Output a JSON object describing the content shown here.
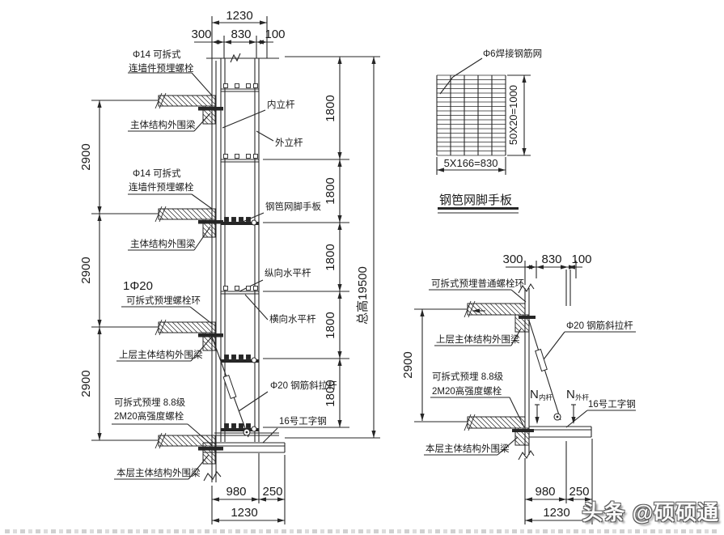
{
  "main": {
    "dim_top_total": "1230",
    "dim_top_left": "300",
    "dim_top_mid": "830",
    "dim_top_right": "100",
    "dim_left_1": "2900",
    "dim_left_2": "2900",
    "dim_left_3": "2900",
    "dim_right_1": "1800",
    "dim_right_2": "1800",
    "dim_right_3": "1800",
    "dim_right_4": "1800",
    "dim_right_5": "1800",
    "dim_total_height": "总高19500",
    "dim_bot_a": "980",
    "dim_bot_b": "250",
    "dim_bot_total": "1230",
    "lbl_tie_bolt_1a": "Φ14 可拆式",
    "lbl_tie_bolt_1b": "连墙件预埋螺栓",
    "lbl_beam_1": "主体结构外围梁",
    "lbl_tie_bolt_2a": "Φ14 可拆式",
    "lbl_tie_bolt_2b": "连墙件预埋螺栓",
    "lbl_beam_2": "主体结构外围梁",
    "lbl_ring_a": "1Φ20",
    "lbl_ring_b": "可拆式预埋螺栓环",
    "lbl_upper_beam": "上层主体结构外围梁",
    "lbl_hs_bolt_a": "可拆式预埋 8.8级",
    "lbl_hs_bolt_b": "2M20高强度螺栓",
    "lbl_lower_beam": "本层主体结构外围梁",
    "lbl_inner_pole": "内立杆",
    "lbl_outer_pole": "外立杆",
    "lbl_deck": "钢笆网脚手板",
    "lbl_longitudinal": "纵向水平杆",
    "lbl_transverse": "横向水平杆",
    "lbl_tie_rod": "Φ20 钢筋斜拉杆",
    "lbl_ibeam": "16号工字钢"
  },
  "mesh": {
    "lbl": "Φ6焊接钢筋网",
    "dim_v": "50X20=1000",
    "dim_h": "5X166=830",
    "title": "钢笆网脚手板"
  },
  "section": {
    "dim_top_left": "300",
    "dim_top_mid": "830",
    "dim_top_right": "100",
    "dim_left": "2900",
    "lbl_ring": "可拆式预埋普通螺栓环",
    "lbl_upper_beam": "上层主体结构外围梁",
    "lbl_bolt_a": "可拆式预埋 8.8级",
    "lbl_bolt_b": "2M20高强度螺栓",
    "lbl_lower_beam": "本层主体结构外围梁",
    "lbl_tie": "Φ20 钢筋斜拉杆",
    "lbl_ibeam": "16号工字钢",
    "n1": "N",
    "n1_sub": "内杆",
    "n2": "N",
    "n2_sub": "外杆",
    "dim_bot_a": "980",
    "dim_bot_b": "250",
    "dim_bot_total": "1230"
  },
  "watermark": "头条 @硕硕通",
  "colors": {
    "line": "#262626",
    "text": "#1b1b1b"
  }
}
